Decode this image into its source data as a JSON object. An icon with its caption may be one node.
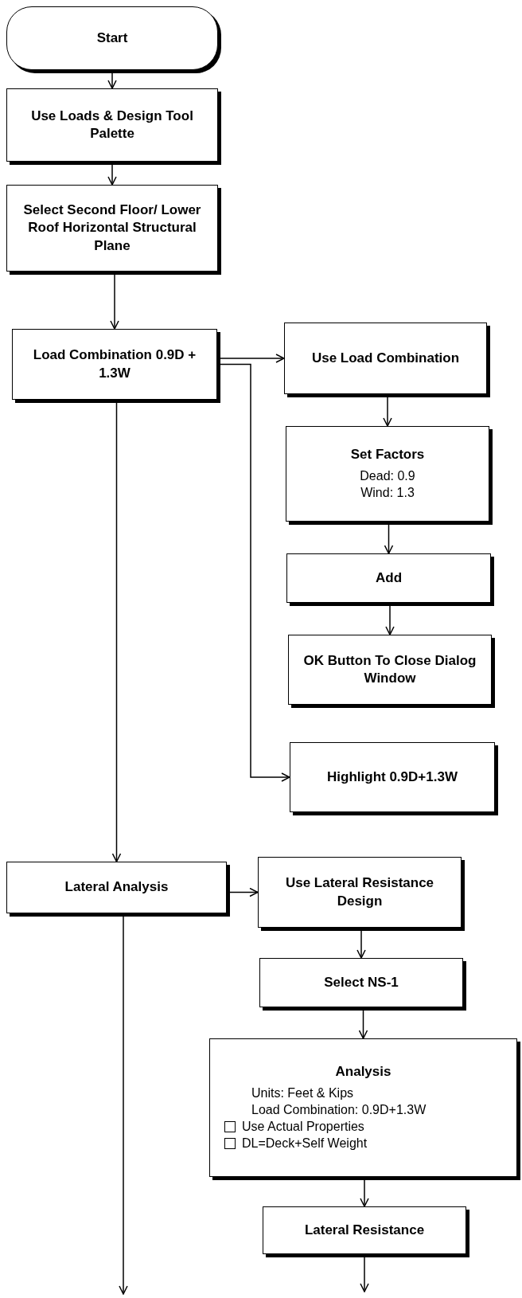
{
  "diagram": {
    "nodes": [
      {
        "text": [
          "Start"
        ]
      },
      {
        "text": [
          "Use Loads & Design Tool Palette"
        ]
      },
      {
        "text": [
          "Select Second Floor/ Lower Roof Horizontal Structural Plane"
        ]
      },
      {
        "text": [
          "Load Combination 0.9D + 1.3W"
        ]
      },
      {
        "text": [
          "Use Load Combination"
        ]
      },
      {
        "text": [
          "Set Factors",
          "Dead: 0.9",
          "Wind: 1.3"
        ]
      },
      {
        "text": [
          "Add"
        ]
      },
      {
        "text": [
          "OK Button To Close Dialog Window"
        ]
      },
      {
        "text": [
          "Highlight 0.9D+1.3W"
        ]
      },
      {
        "text": [
          "Lateral Analysis"
        ]
      },
      {
        "text": [
          "Use Lateral Resistance Design"
        ]
      },
      {
        "text": [
          "Select NS-1"
        ]
      },
      {
        "text": [
          "Analysis",
          "Units: Feet & Kips",
          "Load Combination: 0.9D+1.3W",
          "Use Actual Properties",
          "DL=Deck+Self Weight"
        ]
      },
      {
        "text": [
          "Lateral Resistance"
        ]
      }
    ],
    "edges": [
      {
        "from": 0,
        "to": 1,
        "arrow": "to"
      },
      {
        "from": 1,
        "to": 2,
        "arrow": "to"
      },
      {
        "from": 2,
        "to": 3,
        "arrow": "to"
      },
      {
        "from": 3,
        "to": 4,
        "arrow": "to"
      },
      {
        "from": 3,
        "to": 8,
        "arrow": "to"
      },
      {
        "from": 4,
        "to": 5,
        "arrow": "to"
      },
      {
        "from": 5,
        "to": 6,
        "arrow": "to"
      },
      {
        "from": 6,
        "to": 7,
        "arrow": "to"
      },
      {
        "from": 3,
        "to": 9,
        "arrow": "to"
      },
      {
        "from": 9,
        "to": 10,
        "arrow": "to"
      },
      {
        "from": 10,
        "to": 11,
        "arrow": "to"
      },
      {
        "from": 11,
        "to": 12,
        "arrow": "to"
      },
      {
        "from": 12,
        "to": 13,
        "arrow": "to"
      },
      {
        "from": 9,
        "to": null,
        "arrow": "to"
      },
      {
        "from": 13,
        "to": null,
        "arrow": "to"
      }
    ]
  }
}
